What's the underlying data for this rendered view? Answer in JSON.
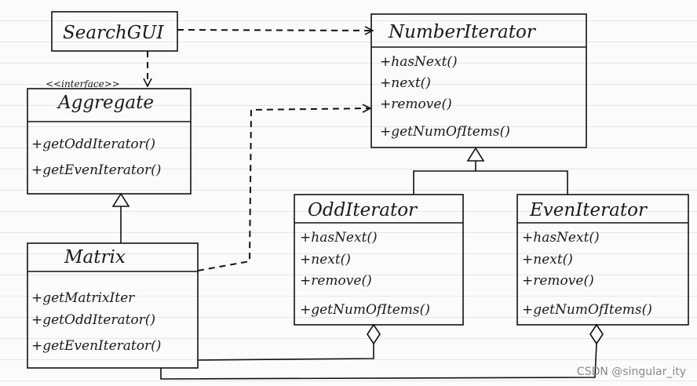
{
  "searchgui": {
    "title": "SearchGUI"
  },
  "number_iterator": {
    "title": "NumberIterator",
    "members": [
      "+hasNext()",
      "+next()",
      "+remove()",
      "+getNumOfItems()"
    ]
  },
  "aggregate": {
    "stereotype": "<<interface>>",
    "title": "Aggregate",
    "members": [
      "+getOddIterator()",
      "+getEvenIterator()"
    ]
  },
  "matrix": {
    "title": "Matrix",
    "members": [
      "+getMatrixIter",
      "+getOddIterator()",
      "+getEvenIterator()"
    ]
  },
  "odd_iterator": {
    "title": "OddIterator",
    "members": [
      "+hasNext()",
      "+next()",
      "+remove()",
      "+getNumOfItems()"
    ]
  },
  "even_iterator": {
    "title": "EvenIterator",
    "members": [
      "+hasNext()",
      "+next()",
      "+remove()",
      "+getNumOfItems()"
    ]
  },
  "watermark": "CSDN @singular_ity"
}
